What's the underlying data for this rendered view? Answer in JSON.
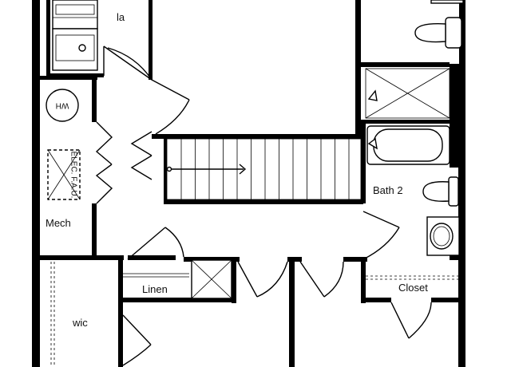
{
  "rooms": {
    "laundry": "la",
    "mech": "Mech",
    "wh": "WH",
    "furnace": "ELEC. F.A.U.",
    "bath2": "Bath 2",
    "linen": "Linen",
    "closet": "Closet",
    "wic": "wic"
  }
}
